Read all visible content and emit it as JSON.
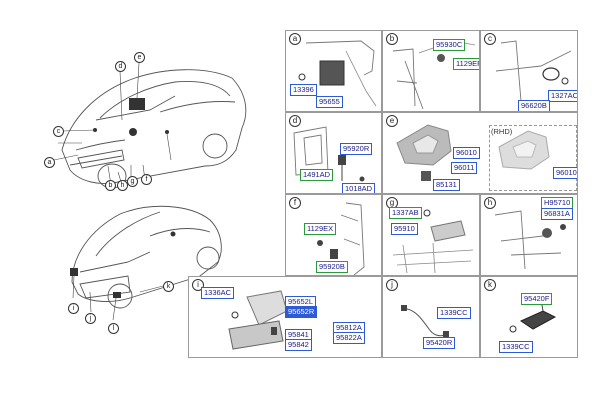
{
  "callouts": [
    "e",
    "d",
    "c",
    "a",
    "b",
    "h",
    "g",
    "f",
    "k",
    "i",
    "j",
    "l"
  ],
  "panels": {
    "a": {
      "label": "a",
      "parts": [
        "13396",
        "95655"
      ]
    },
    "b": {
      "label": "b",
      "parts": [
        "95930C",
        "1129EF"
      ]
    },
    "c": {
      "label": "c",
      "parts": [
        "1327AC",
        "96620B"
      ]
    },
    "d": {
      "label": "d",
      "parts": [
        "95920R",
        "1491AD",
        "1018AD"
      ]
    },
    "e": {
      "label": "e",
      "parts": [
        "96010",
        "96011",
        "85131",
        "96010"
      ],
      "rhd": "(RHD)"
    },
    "f": {
      "label": "f",
      "parts": [
        "1129EX",
        "95920B"
      ]
    },
    "g": {
      "label": "g",
      "parts": [
        "1337AB",
        "95910"
      ]
    },
    "h": {
      "label": "h",
      "parts": [
        "H95710",
        "96831A"
      ]
    },
    "i": {
      "label": "i",
      "parts": [
        "1336AC",
        "95652L",
        "95652R",
        "95841",
        "95842",
        "95812A",
        "95822A"
      ]
    },
    "j": {
      "label": "j",
      "parts": [
        "1339CC",
        "95420R"
      ]
    },
    "k": {
      "label": "k",
      "parts": [
        "95420F",
        "1339CC"
      ]
    }
  },
  "colors": {
    "box_border": "#2d5bd8",
    "green_border": "#2a9a3a",
    "highlight_fill": "#2d5bd8",
    "arrow": "#e02020"
  }
}
